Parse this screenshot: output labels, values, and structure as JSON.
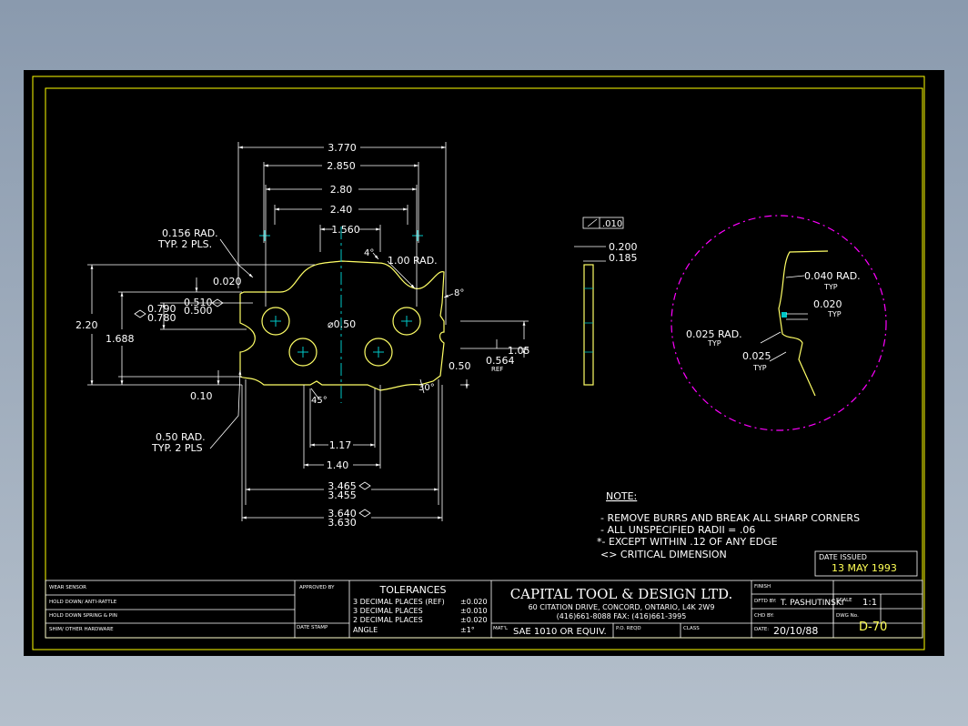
{
  "dimensions": {
    "overall_width": "3.770",
    "hole_outer_span": "2.850",
    "top_hole_span": "2.80",
    "inner_span": "2.40",
    "notch_span": "1.560",
    "rad_top_left": "0.156 RAD.",
    "rad_top_left_note": "TYP. 2 PLS.",
    "offset_020": "0.020",
    "angle_4": "4°",
    "rad_100": "1.00 RAD.",
    "angle_8": "8°",
    "dim_510": "0.510",
    "dim_500": "0.500",
    "dim_790": "0.790",
    "dim_780": "0.780",
    "height_220": "2.20",
    "height_1688": "1.688",
    "hole_dia": "⌀0.50",
    "dim_105": "1.05",
    "dim_050": "0.50",
    "dim_0564": "0.564",
    "ref_label": "REF",
    "dim_010": "0.10",
    "angle_45": "45°",
    "angle_30": "30°",
    "rad_bottom": "0.50 RAD.",
    "rad_bottom_note": "TYP. 2 PLS",
    "dim_117": "1.17",
    "dim_140": "1.40",
    "dim_3465": "3.465",
    "dim_3455": "3.455",
    "dim_3640": "3.640",
    "dim_3630": "3.630"
  },
  "side_view": {
    "flatness": ".010",
    "thick_max": "0.200",
    "thick_min": "0.185"
  },
  "detail": {
    "rad_040": "0.040 RAD.",
    "typ": "TYP",
    "dim_020": "0.020",
    "rad_025": "0.025 RAD.",
    "dim_025": "0.025"
  },
  "notes": {
    "heading": "NOTE:",
    "items": [
      "-  REMOVE BURRS AND BREAK ALL SHARP CORNERS",
      "-  ALL UNSPECIFIED RADII = .06",
      "*-  EXCEPT WITHIN .12 OF ANY EDGE",
      "<>  CRITICAL DIMENSION"
    ]
  },
  "date_issued": {
    "label": "DATE ISSUED",
    "value": "13 MAY 1993"
  },
  "title_block": {
    "left_rows": [
      "WEAR SENSOR",
      "HOLD DOWN/ ANTI-RATTLE",
      "HOLD DOWN SPRING & PIN",
      "SHIM/ OTHER HARDWARE"
    ],
    "approved_by": "APPROVED BY",
    "date_stamp": "DATE STAMP",
    "tolerances_title": "TOLERANCES",
    "tolerances": [
      {
        "label": "3 DECIMAL PLACES (REF)",
        "value": "±0.020"
      },
      {
        "label": "3 DECIMAL PLACES",
        "value": "±0.010"
      },
      {
        "label": "2 DECIMAL PLACES",
        "value": "±0.020"
      },
      {
        "label": "ANGLE",
        "value": "±1°"
      }
    ],
    "company": "CAPITAL TOOL & DESIGN LTD.",
    "address": "60 CITATION DRIVE, CONCORD, ONTARIO, L4K 2W9",
    "phone": "(416)661-8088   FAX: (416)661-3995",
    "matl_label": "MAT'L",
    "material": "SAE 1010 OR EQUIV.",
    "po_label": "P.O. REQD",
    "class_label": "CLASS",
    "finish_label": "FINISH",
    "drawn_label": "DFTD BY:",
    "drawn_by": "T. PASHUTINSKI",
    "scale_label": "SCALE",
    "scale": "1:1",
    "checked_label": "CHD BY:",
    "dwg_label": "DWG No.",
    "dwg_no": "D-70",
    "date_label": "DATE:",
    "date": "20/10/88"
  },
  "colors": {
    "background": "#8a9aae",
    "sheet": "#000000",
    "border": "#ffff00",
    "lines": "#ffffff",
    "centerlines": "#00c8c8",
    "detail_circle": "#ff00ff"
  }
}
